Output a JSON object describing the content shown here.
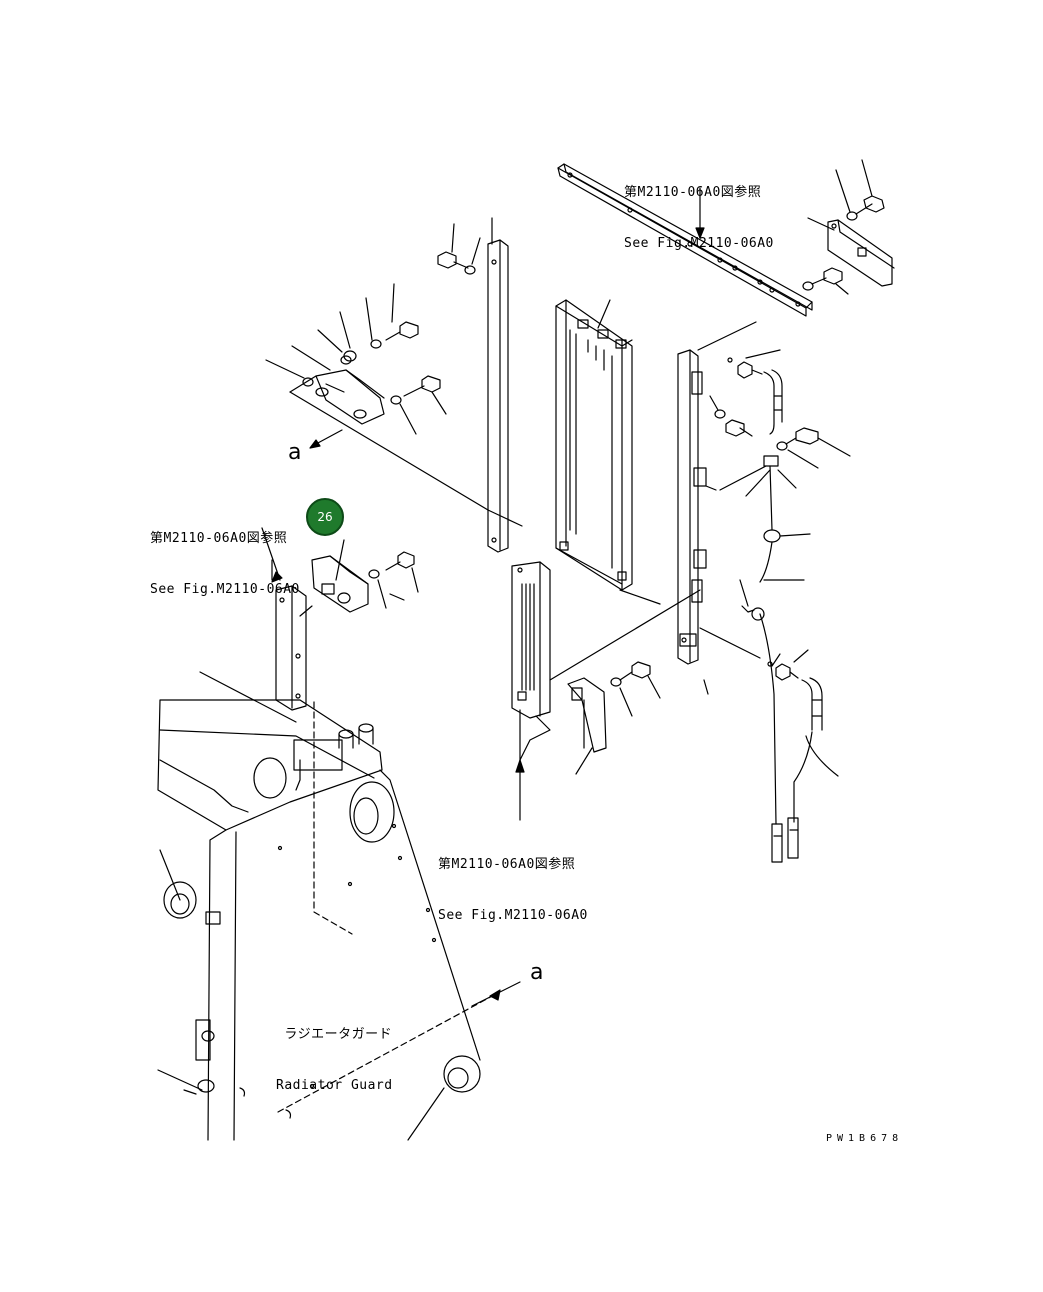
{
  "references": [
    {
      "jp": "第M2110-06A0図参照",
      "en": "See Fig.M2110-06A0"
    },
    {
      "jp": "第M2110-06A0図参照",
      "en": "See Fig.M2110-06A0"
    },
    {
      "jp": "第M2110-06A0図参照",
      "en": "See Fig.M2110-06A0"
    }
  ],
  "section_marks": [
    "a",
    "a"
  ],
  "radiator_guard": {
    "jp": "ラジエータガード",
    "en": "Radiator Guard"
  },
  "callout": {
    "number": "26",
    "color": "#1f7a2c"
  },
  "drawing_code": "PW1B678",
  "line_color": "#000000"
}
